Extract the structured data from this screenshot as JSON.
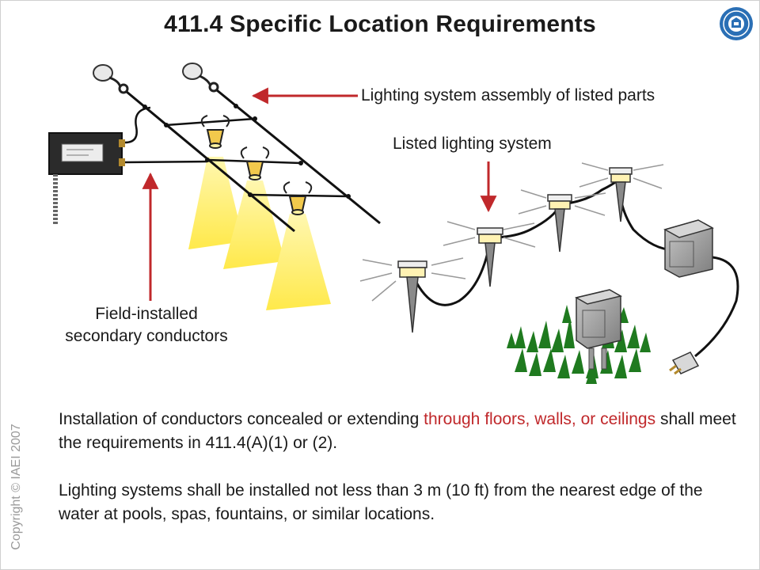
{
  "title": "411.4 Specific Location Requirements",
  "labels": {
    "assembly": "Lighting system assembly of listed parts",
    "listed": "Listed lighting system",
    "field_line1": "Field-installed",
    "field_line2": "secondary conductors"
  },
  "copyright": "Copyright © IAEI 2007",
  "paragraph1": {
    "before": "Installation of conductors concealed or extending ",
    "highlight": "through floors, walls, or ceilings",
    "after": " shall meet the requirements in 411.4(A)(1) or (2)."
  },
  "paragraph2": "Lighting systems shall be installed not less than 3 m (10 ft) from the nearest edge of the water at pools, spas, fountains, or similar locations.",
  "colors": {
    "highlight": "#c0282b",
    "arrow": "#c0282b",
    "light_beam": "#ffef4a",
    "logo": "#2a6fb5"
  }
}
